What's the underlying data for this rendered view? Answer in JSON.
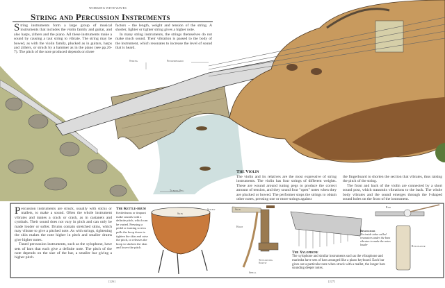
{
  "header": {
    "section": "WORKING WITH WAVES",
    "title": "String and Percussion Instruments"
  },
  "intro": {
    "col1": "tring instruments form a large group of musical instruments that includes the violin family and guitar, and also harps, zithers and the piano. All these instruments make a sound by causing a taut string to vibrate. The string may be bowed, as with the violin family, plucked as in guitars, harps and zithers, or struck by a hammer as in the piano (see pp.26-7). The pitch of the note produced depends on three",
    "col1_initial": "S",
    "col2_p1": "factors – the length, weight and tension of the string. A shorter, lighter or tighter string gives a higher note.",
    "col2_p2": "In many string instruments, the strings themselves do not make much sound. Their vibration is passed to the body of the instrument, which resonates to increase the level of sound that is heard."
  },
  "labels": {
    "string": "String",
    "fingerboard": "Fingerboard",
    "tuning_peg": "Tuning Peg",
    "skin": "Skin",
    "screw": "Screw",
    "hoop": "Hoop",
    "tensioning_screw": "Tensioning Screw",
    "shell": "Shell",
    "bar": "Bar",
    "resonator": "Resonator"
  },
  "violin": {
    "heading": "The Violin",
    "col1": "The violin and its relatives are the most expressive of string instruments. The violin has four strings of different weights. These are wound around tuning pegs to produce the correct amount of tension, and they sound four \"open\" notes when they are plucked or bowed. The performer stops the strings to obtain other notes, pressing one or more strings against",
    "col2_p1": "the fingerboard to shorten the section that vibrates, thus raising the pitch of the string.",
    "col2_p2": "The front and back of the violin are connected by a short sound post, which transmits vibrations to the back. The whole body vibrates and the sound emerges through the f-shaped sound holes on the front of the instrument."
  },
  "percussion": {
    "initial": "P",
    "p1": "ercussion instruments are struck, usually with sticks or mallets, to make a sound. Often the whole instrument vibrates and makes a crack or crash, as in castanets and cymbals. Their sound does not vary in pitch and can only be made louder or softer. Drums contain stretched skins, which may vibrate to give a pitched note. As with strings, tightening the skin makes the note higher in pitch and smaller drums give higher notes.",
    "p2": "Tuned percussion instruments, such as the xylophone, have sets of bars that each give a definite note. The pitch of the note depends on the size of the bar, a smaller bar giving a higher pitch."
  },
  "kettledrum": {
    "heading": "The Kettle-drum",
    "text": "Kettledrums or timpani make sounds with a definite pitch, which can be varied. Pressing a pedal or turning screws pulls the hoop down to tighten the skin and raise the pitch, or releases the hoop to slacken the skin and lower the pitch."
  },
  "resonators": {
    "heading": "Resonators",
    "text": "Air inside tubes called resonators under the bars vibrates to make the notes louder"
  },
  "xylophone": {
    "heading": "The Xylophone",
    "text": "The xylophone and similar instruments such as the vibraphone and marimba have sets of bars arranged like a piano keyboard. Each bar gives out a particular note when struck with a mallet, the longer bars sounding deeper notes."
  },
  "pages": {
    "left": "[226]",
    "right": "[227]"
  },
  "colors": {
    "wood": "#c89a5e",
    "stone": "#b8ab86",
    "water": "#cfe0df",
    "copper": "#c97a3c"
  }
}
